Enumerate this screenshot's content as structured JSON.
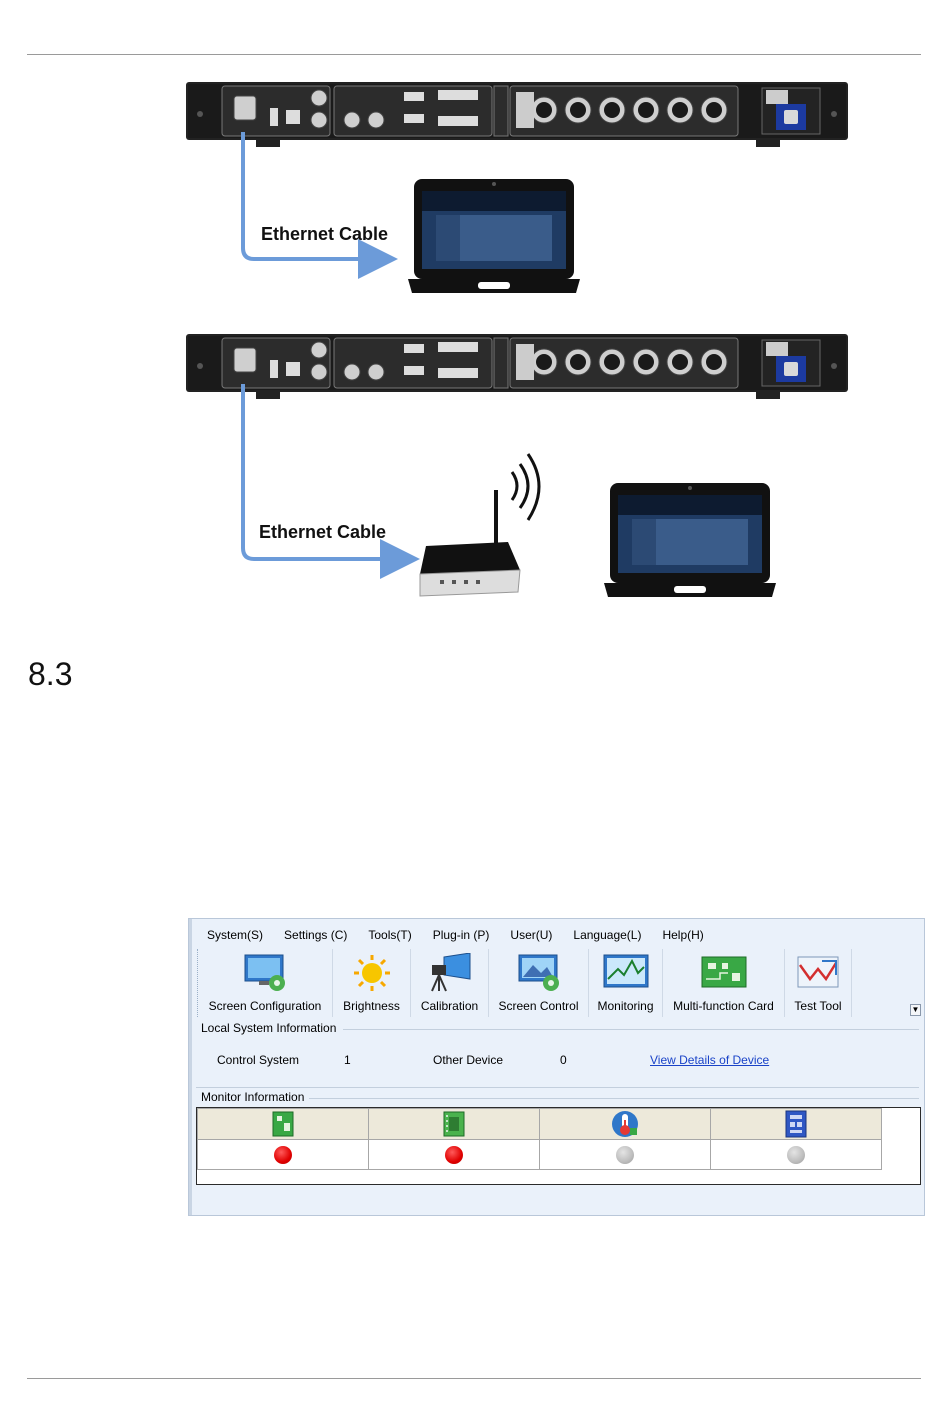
{
  "diagram_1": {
    "cable_label": "Ethernet Cable"
  },
  "diagram_2": {
    "cable_label": "Ethernet Cable"
  },
  "section_number": "8.3",
  "app": {
    "menu": [
      "System(S)",
      "Settings (C)",
      "Tools(T)",
      "Plug-in (P)",
      "User(U)",
      "Language(L)",
      "Help(H)"
    ],
    "toolbar": [
      {
        "label": "Screen Configuration",
        "icon": "screen-config-icon"
      },
      {
        "label": "Brightness",
        "icon": "sun-icon"
      },
      {
        "label": "Calibration",
        "icon": "camera-tripod-icon"
      },
      {
        "label": "Screen Control",
        "icon": "screen-control-icon"
      },
      {
        "label": "Monitoring",
        "icon": "monitor-chart-icon"
      },
      {
        "label": "Multi-function Card",
        "icon": "circuit-board-icon"
      },
      {
        "label": "Test Tool",
        "icon": "test-chart-icon"
      }
    ],
    "local_info": {
      "title": "Local System Information",
      "control_system_label": "Control System",
      "control_system_value": "1",
      "other_device_label": "Other Device",
      "other_device_value": "0",
      "details_link": "View Details of Device"
    },
    "monitor_info": {
      "title": "Monitor Information",
      "columns": [
        {
          "icon": "green-board-icon",
          "status": "red"
        },
        {
          "icon": "receiving-card-icon",
          "status": "red"
        },
        {
          "icon": "thermometer-icon",
          "status": "grey"
        },
        {
          "icon": "blue-board-icon",
          "status": "grey"
        }
      ]
    },
    "colors": {
      "status_error": "#e00000",
      "status_unknown": "#bdbdbd",
      "link": "#1a43c8"
    }
  }
}
